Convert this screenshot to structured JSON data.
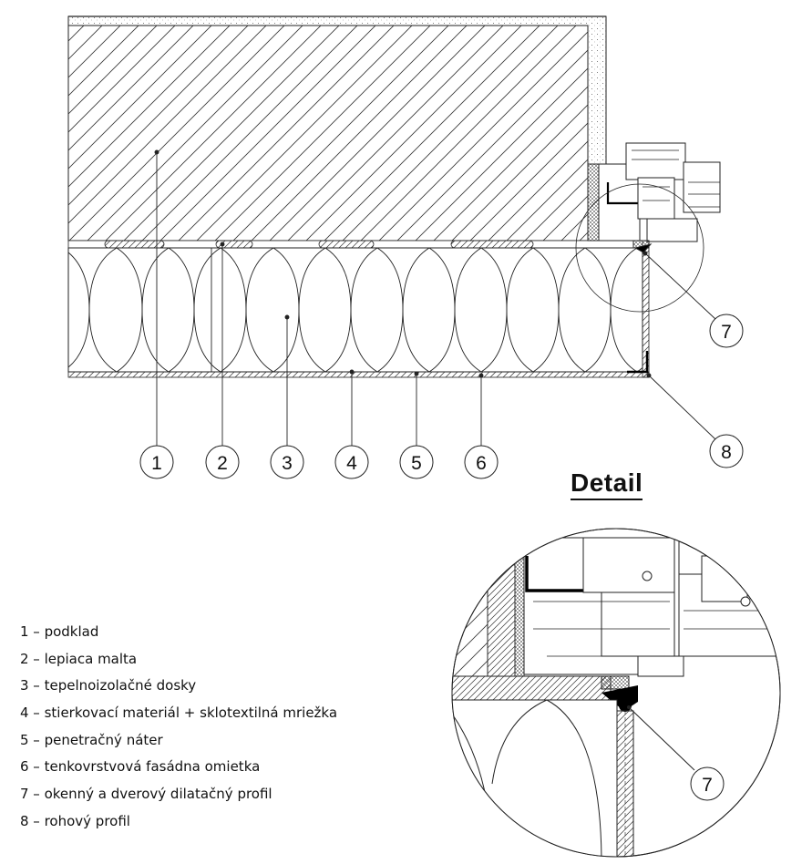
{
  "detail_title": "Detail",
  "callouts": [
    "1",
    "2",
    "3",
    "4",
    "5",
    "6",
    "7",
    "8"
  ],
  "detail_callout": "7",
  "legend": [
    "1 – podklad",
    "2 – lepiaca malta",
    "3 – tepelnoizolačné dosky",
    "4 – stierkovací materiál + sklotextilná mriežka",
    "5 – penetračný náter",
    "6 – tenkovrstvová fasádna omietka",
    "7 – okenný a dverový dilatačný profil",
    "8 – rohový profil"
  ]
}
